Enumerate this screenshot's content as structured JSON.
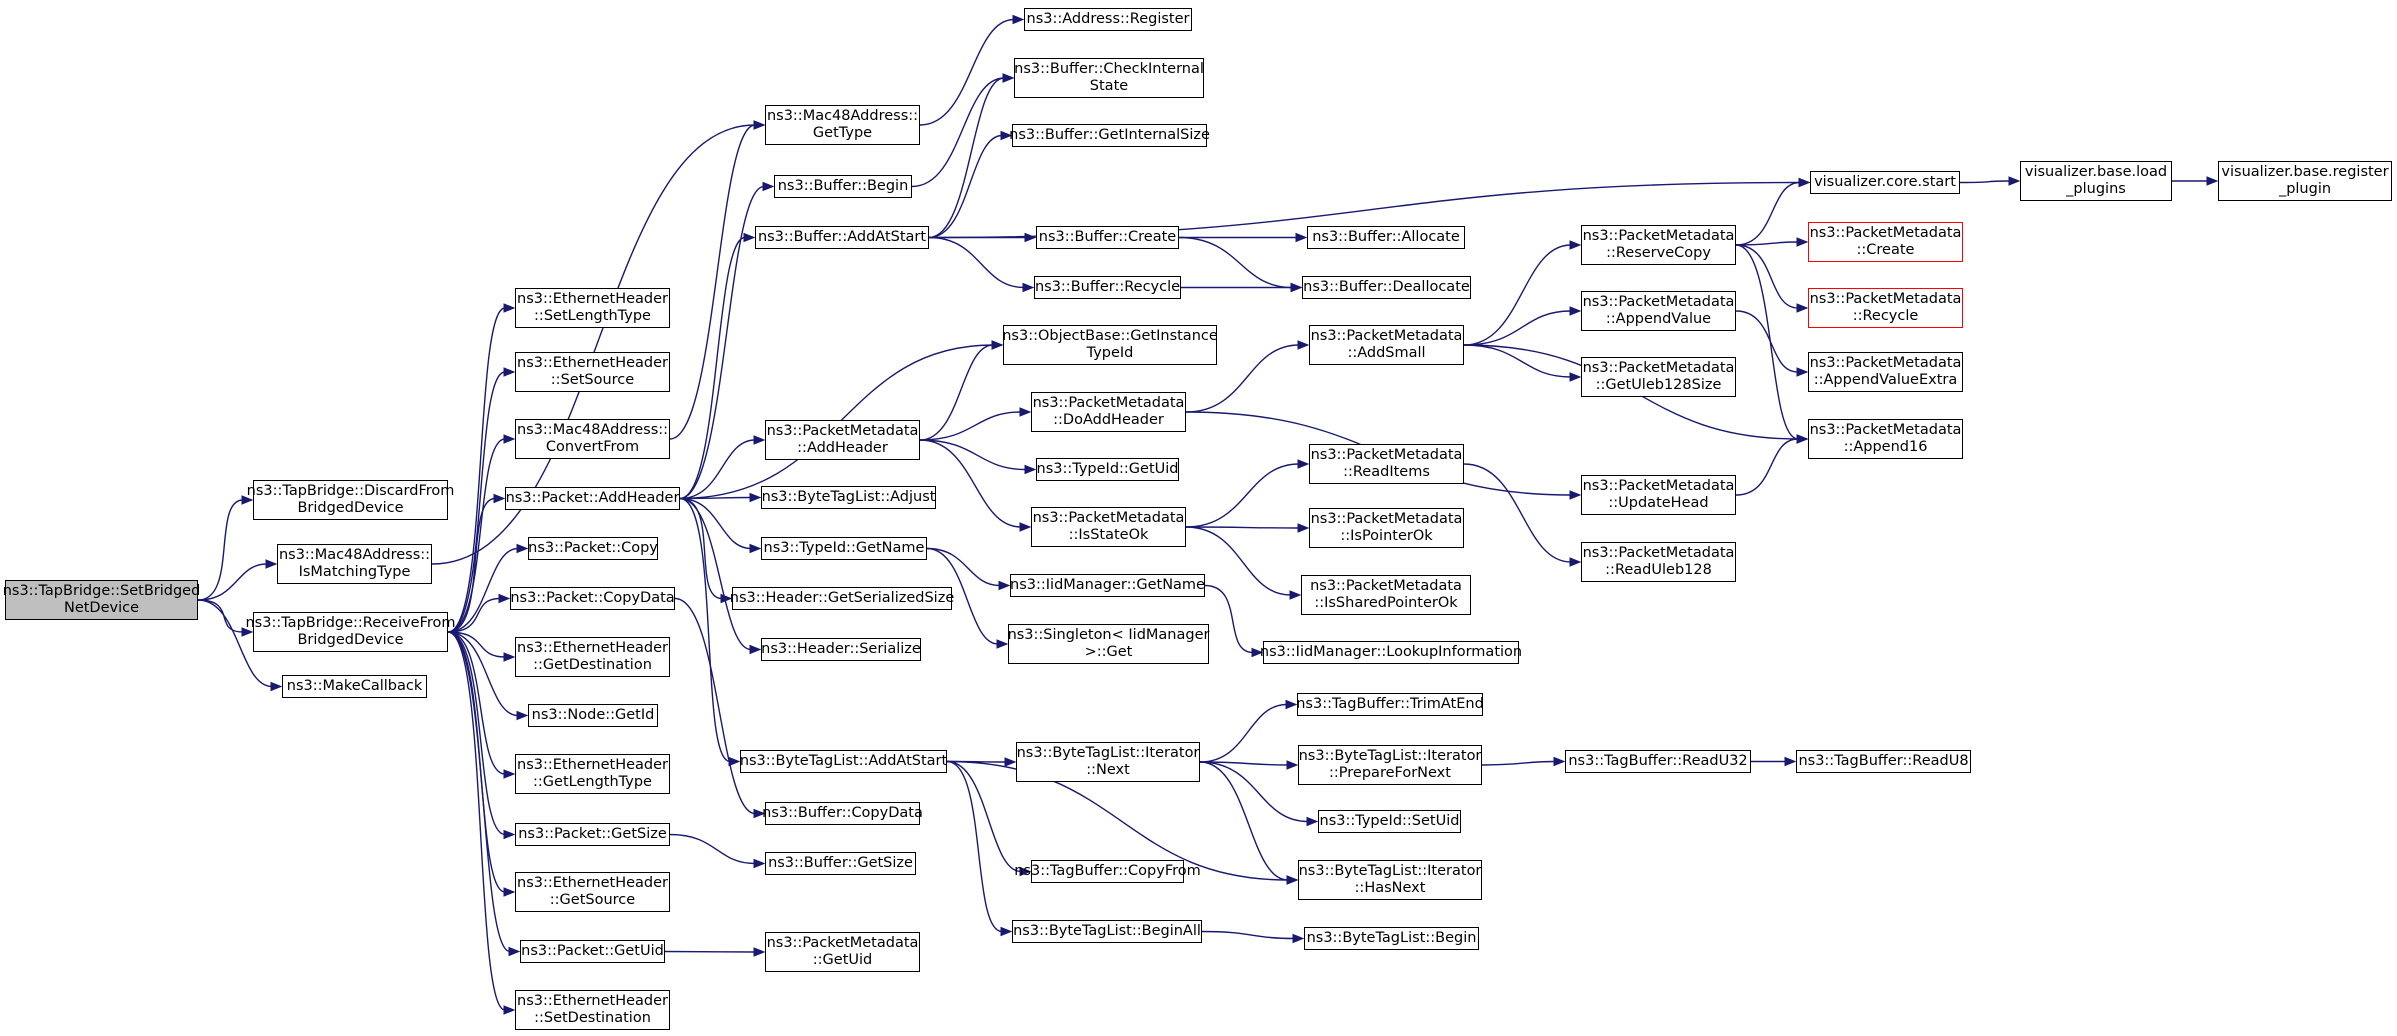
{
  "colors": {
    "edge": "#191970",
    "root_fill": "#bfbfbf",
    "missing_border": "#ff0000",
    "border": "#000000"
  },
  "nodes": [
    {
      "id": "root",
      "lines": [
        "ns3::TapBridge::SetBridged",
        "NetDevice"
      ],
      "style": "root"
    },
    {
      "id": "discard",
      "lines": [
        "ns3::TapBridge::DiscardFrom",
        "BridgedDevice"
      ]
    },
    {
      "id": "ismatching",
      "lines": [
        "ns3::Mac48Address::",
        "IsMatchingType"
      ]
    },
    {
      "id": "receive",
      "lines": [
        "ns3::TapBridge::ReceiveFrom",
        "BridgedDevice"
      ]
    },
    {
      "id": "makecb",
      "lines": [
        "ns3::MakeCallback"
      ]
    },
    {
      "id": "eh_setlen",
      "lines": [
        "ns3::EthernetHeader",
        "::SetLengthType"
      ]
    },
    {
      "id": "eh_setsrc",
      "lines": [
        "ns3::EthernetHeader",
        "::SetSource"
      ]
    },
    {
      "id": "mac_convert",
      "lines": [
        "ns3::Mac48Address::",
        "ConvertFrom"
      ]
    },
    {
      "id": "pkt_addheader",
      "lines": [
        "ns3::Packet::AddHeader"
      ]
    },
    {
      "id": "pkt_copy",
      "lines": [
        "ns3::Packet::Copy"
      ]
    },
    {
      "id": "pkt_copydata",
      "lines": [
        "ns3::Packet::CopyData"
      ]
    },
    {
      "id": "eh_getdst",
      "lines": [
        "ns3::EthernetHeader",
        "::GetDestination"
      ]
    },
    {
      "id": "node_getid",
      "lines": [
        "ns3::Node::GetId"
      ]
    },
    {
      "id": "eh_getlen",
      "lines": [
        "ns3::EthernetHeader",
        "::GetLengthType"
      ]
    },
    {
      "id": "pkt_getsize",
      "lines": [
        "ns3::Packet::GetSize"
      ]
    },
    {
      "id": "eh_getsrc",
      "lines": [
        "ns3::EthernetHeader",
        "::GetSource"
      ]
    },
    {
      "id": "pkt_getuid",
      "lines": [
        "ns3::Packet::GetUid"
      ]
    },
    {
      "id": "eh_setdst",
      "lines": [
        "ns3::EthernetHeader",
        "::SetDestination"
      ]
    },
    {
      "id": "mac_gettype",
      "lines": [
        "ns3::Mac48Address::",
        "GetType"
      ]
    },
    {
      "id": "buf_begin",
      "lines": [
        "ns3::Buffer::Begin"
      ]
    },
    {
      "id": "buf_addatstart",
      "lines": [
        "ns3::Buffer::AddAtStart"
      ]
    },
    {
      "id": "pm_addheader",
      "lines": [
        "ns3::PacketMetadata",
        "::AddHeader"
      ]
    },
    {
      "id": "btl_adjust",
      "lines": [
        "ns3::ByteTagList::Adjust"
      ]
    },
    {
      "id": "typeid_getname",
      "lines": [
        "ns3::TypeId::GetName"
      ]
    },
    {
      "id": "hdr_getsersize",
      "lines": [
        "ns3::Header::GetSerializedSize"
      ]
    },
    {
      "id": "hdr_serialize",
      "lines": [
        "ns3::Header::Serialize"
      ]
    },
    {
      "id": "btl_addatstart",
      "lines": [
        "ns3::ByteTagList::AddAtStart"
      ]
    },
    {
      "id": "buf_copydata",
      "lines": [
        "ns3::Buffer::CopyData"
      ]
    },
    {
      "id": "buf_getsize",
      "lines": [
        "ns3::Buffer::GetSize"
      ]
    },
    {
      "id": "pm_getuid",
      "lines": [
        "ns3::PacketMetadata",
        "::GetUid"
      ]
    },
    {
      "id": "addr_register",
      "lines": [
        "ns3::Address::Register"
      ]
    },
    {
      "id": "buf_checkinternal",
      "lines": [
        "ns3::Buffer::CheckInternal",
        "State"
      ]
    },
    {
      "id": "buf_getinternalsize",
      "lines": [
        "ns3::Buffer::GetInternalSize"
      ]
    },
    {
      "id": "buf_create",
      "lines": [
        "ns3::Buffer::Create"
      ]
    },
    {
      "id": "buf_recycle",
      "lines": [
        "ns3::Buffer::Recycle"
      ]
    },
    {
      "id": "ob_getinstance",
      "lines": [
        "ns3::ObjectBase::GetInstance",
        "TypeId"
      ]
    },
    {
      "id": "pm_doaddheader",
      "lines": [
        "ns3::PacketMetadata",
        "::DoAddHeader"
      ]
    },
    {
      "id": "typeid_getuid",
      "lines": [
        "ns3::TypeId::GetUid"
      ]
    },
    {
      "id": "pm_isstateok",
      "lines": [
        "ns3::PacketMetadata",
        "::IsStateOk"
      ]
    },
    {
      "id": "iid_getname",
      "lines": [
        "ns3::IidManager::GetName"
      ]
    },
    {
      "id": "singleton_get",
      "lines": [
        "ns3::Singleton< IidManager",
        "&gt;::Get"
      ]
    },
    {
      "id": "btli_next",
      "lines": [
        "ns3::ByteTagList::Iterator",
        "::Next"
      ]
    },
    {
      "id": "tb_copyfrom",
      "lines": [
        "ns3::TagBuffer::CopyFrom"
      ]
    },
    {
      "id": "btl_beginall",
      "lines": [
        "ns3::ByteTagList::BeginAll"
      ]
    },
    {
      "id": "buf_allocate",
      "lines": [
        "ns3::Buffer::Allocate"
      ]
    },
    {
      "id": "buf_deallocate",
      "lines": [
        "ns3::Buffer::Deallocate"
      ]
    },
    {
      "id": "pm_addsmall",
      "lines": [
        "ns3::PacketMetadata",
        "::AddSmall"
      ]
    },
    {
      "id": "pm_readitems",
      "lines": [
        "ns3::PacketMetadata",
        "::ReadItems"
      ]
    },
    {
      "id": "pm_ispointerok",
      "lines": [
        "ns3::PacketMetadata",
        "::IsPointerOk"
      ]
    },
    {
      "id": "pm_issharedpointerok",
      "lines": [
        "ns3::PacketMetadata",
        "::IsSharedPointerOk"
      ]
    },
    {
      "id": "iid_lookup",
      "lines": [
        "ns3::IidManager::LookupInformation"
      ]
    },
    {
      "id": "tb_trimatend",
      "lines": [
        "ns3::TagBuffer::TrimAtEnd"
      ]
    },
    {
      "id": "btli_prepare",
      "lines": [
        "ns3::ByteTagList::Iterator",
        "::PrepareForNext"
      ]
    },
    {
      "id": "typeid_setuid",
      "lines": [
        "ns3::TypeId::SetUid"
      ]
    },
    {
      "id": "btli_hasnext",
      "lines": [
        "ns3::ByteTagList::Iterator",
        "::HasNext"
      ]
    },
    {
      "id": "btl_begin",
      "lines": [
        "ns3::ByteTagList::Begin"
      ]
    },
    {
      "id": "pm_reservecopy",
      "lines": [
        "ns3::PacketMetadata",
        "::ReserveCopy"
      ]
    },
    {
      "id": "pm_appendvalue",
      "lines": [
        "ns3::PacketMetadata",
        "::AppendValue"
      ]
    },
    {
      "id": "pm_getuleb",
      "lines": [
        "ns3::PacketMetadata",
        "::GetUleb128Size"
      ]
    },
    {
      "id": "pm_updatehead",
      "lines": [
        "ns3::PacketMetadata",
        "::UpdateHead"
      ]
    },
    {
      "id": "pm_readuleb",
      "lines": [
        "ns3::PacketMetadata",
        "::ReadUleb128"
      ]
    },
    {
      "id": "tb_readu32",
      "lines": [
        "ns3::TagBuffer::ReadU32"
      ]
    },
    {
      "id": "tb_readu8",
      "lines": [
        "ns3::TagBuffer::ReadU8"
      ]
    },
    {
      "id": "vis_start",
      "lines": [
        "visualizer.core.start"
      ]
    },
    {
      "id": "pm_create",
      "lines": [
        "ns3::PacketMetadata",
        "::Create"
      ],
      "style": "red"
    },
    {
      "id": "pm_recycle",
      "lines": [
        "ns3::PacketMetadata",
        "::Recycle"
      ],
      "style": "red"
    },
    {
      "id": "pm_appendvalueextra",
      "lines": [
        "ns3::PacketMetadata",
        "::AppendValueExtra"
      ]
    },
    {
      "id": "pm_append16",
      "lines": [
        "ns3::PacketMetadata",
        "::Append16"
      ]
    },
    {
      "id": "vis_load",
      "lines": [
        "visualizer.base.load",
        "_plugins"
      ]
    },
    {
      "id": "vis_register",
      "lines": [
        "visualizer.base.register",
        "_plugin"
      ]
    }
  ],
  "edges": [
    [
      "root",
      "discard"
    ],
    [
      "root",
      "ismatching"
    ],
    [
      "root",
      "receive"
    ],
    [
      "root",
      "makecb"
    ],
    [
      "ismatching",
      "mac_gettype"
    ],
    [
      "receive",
      "eh_setlen"
    ],
    [
      "receive",
      "eh_setsrc"
    ],
    [
      "receive",
      "mac_convert"
    ],
    [
      "receive",
      "pkt_addheader"
    ],
    [
      "receive",
      "pkt_copy"
    ],
    [
      "receive",
      "pkt_copydata"
    ],
    [
      "receive",
      "eh_getdst"
    ],
    [
      "receive",
      "node_getid"
    ],
    [
      "receive",
      "eh_getlen"
    ],
    [
      "receive",
      "pkt_getsize"
    ],
    [
      "receive",
      "eh_getsrc"
    ],
    [
      "receive",
      "pkt_getuid"
    ],
    [
      "receive",
      "eh_setdst"
    ],
    [
      "mac_convert",
      "mac_gettype"
    ],
    [
      "pkt_addheader",
      "buf_begin"
    ],
    [
      "pkt_addheader",
      "buf_addatstart"
    ],
    [
      "pkt_addheader",
      "ob_getinstance"
    ],
    [
      "pkt_addheader",
      "pm_addheader"
    ],
    [
      "pkt_addheader",
      "btl_adjust"
    ],
    [
      "pkt_addheader",
      "typeid_getname"
    ],
    [
      "pkt_addheader",
      "hdr_getsersize"
    ],
    [
      "pkt_addheader",
      "hdr_serialize"
    ],
    [
      "pkt_addheader",
      "btl_addatstart"
    ],
    [
      "pkt_copydata",
      "buf_copydata"
    ],
    [
      "pkt_getsize",
      "buf_getsize"
    ],
    [
      "pkt_getuid",
      "pm_getuid"
    ],
    [
      "mac_gettype",
      "addr_register"
    ],
    [
      "buf_begin",
      "buf_checkinternal"
    ],
    [
      "buf_addatstart",
      "buf_checkinternal"
    ],
    [
      "buf_addatstart",
      "buf_getinternalsize"
    ],
    [
      "buf_addatstart",
      "buf_create"
    ],
    [
      "buf_addatstart",
      "buf_recycle"
    ],
    [
      "buf_addatstart",
      "vis_start"
    ],
    [
      "buf_create",
      "buf_allocate"
    ],
    [
      "buf_create",
      "buf_deallocate"
    ],
    [
      "buf_recycle",
      "buf_deallocate"
    ],
    [
      "pm_addheader",
      "ob_getinstance"
    ],
    [
      "pm_addheader",
      "pm_doaddheader"
    ],
    [
      "pm_addheader",
      "typeid_getuid"
    ],
    [
      "pm_addheader",
      "pm_isstateok"
    ],
    [
      "pm_doaddheader",
      "pm_addsmall"
    ],
    [
      "pm_doaddheader",
      "pm_updatehead"
    ],
    [
      "pm_addsmall",
      "pm_reservecopy"
    ],
    [
      "pm_addsmall",
      "pm_appendvalue"
    ],
    [
      "pm_addsmall",
      "pm_getuleb"
    ],
    [
      "pm_addsmall",
      "pm_append16"
    ],
    [
      "pm_reservecopy",
      "vis_start"
    ],
    [
      "pm_reservecopy",
      "pm_create"
    ],
    [
      "pm_reservecopy",
      "pm_recycle"
    ],
    [
      "pm_reservecopy",
      "pm_append16"
    ],
    [
      "pm_appendvalue",
      "pm_appendvalueextra"
    ],
    [
      "pm_updatehead",
      "pm_append16"
    ],
    [
      "pm_isstateok",
      "pm_readitems"
    ],
    [
      "pm_isstateok",
      "pm_ispointerok"
    ],
    [
      "pm_isstateok",
      "pm_issharedpointerok"
    ],
    [
      "pm_readitems",
      "pm_readuleb"
    ],
    [
      "typeid_getname",
      "iid_getname"
    ],
    [
      "typeid_getname",
      "singleton_get"
    ],
    [
      "iid_getname",
      "iid_lookup"
    ],
    [
      "btl_addatstart",
      "btli_next"
    ],
    [
      "btl_addatstart",
      "btli_hasnext"
    ],
    [
      "btl_addatstart",
      "tb_copyfrom"
    ],
    [
      "btl_addatstart",
      "btl_beginall"
    ],
    [
      "btli_next",
      "tb_trimatend"
    ],
    [
      "btli_next",
      "btli_prepare"
    ],
    [
      "btli_next",
      "typeid_setuid"
    ],
    [
      "btli_next",
      "btli_hasnext"
    ],
    [
      "btli_prepare",
      "tb_readu32"
    ],
    [
      "tb_readu32",
      "tb_readu8"
    ],
    [
      "btl_beginall",
      "btl_begin"
    ],
    [
      "vis_start",
      "vis_load"
    ],
    [
      "vis_load",
      "vis_register"
    ]
  ]
}
